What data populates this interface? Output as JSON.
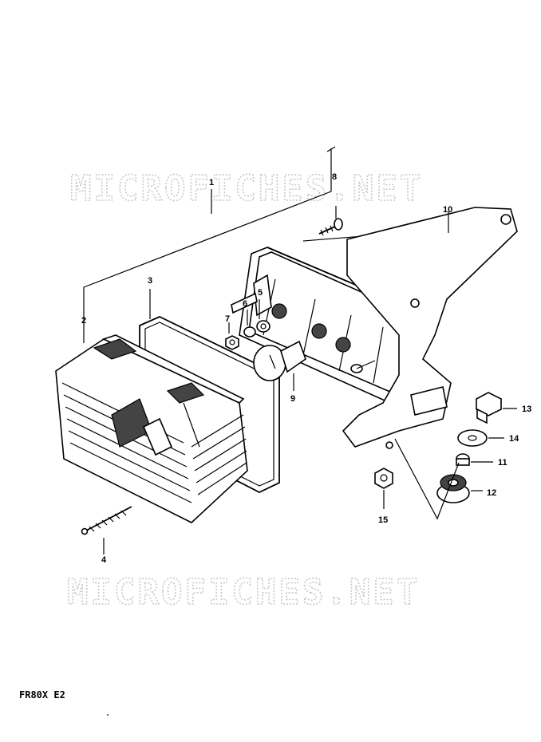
{
  "watermark": {
    "top_text": "MICROFICHES.NET",
    "bottom_text": "MICROFICHES.NET"
  },
  "model_label": "FR80X E2",
  "callouts": {
    "p1": "1",
    "p2": "2",
    "p3": "3",
    "p4": "4",
    "p5": "5",
    "p6": "6",
    "p7": "7",
    "p8": "8",
    "p9": "9",
    "p10": "10",
    "p11": "11",
    "p12": "12",
    "p13": "13",
    "p14": "14",
    "p15": "15"
  }
}
